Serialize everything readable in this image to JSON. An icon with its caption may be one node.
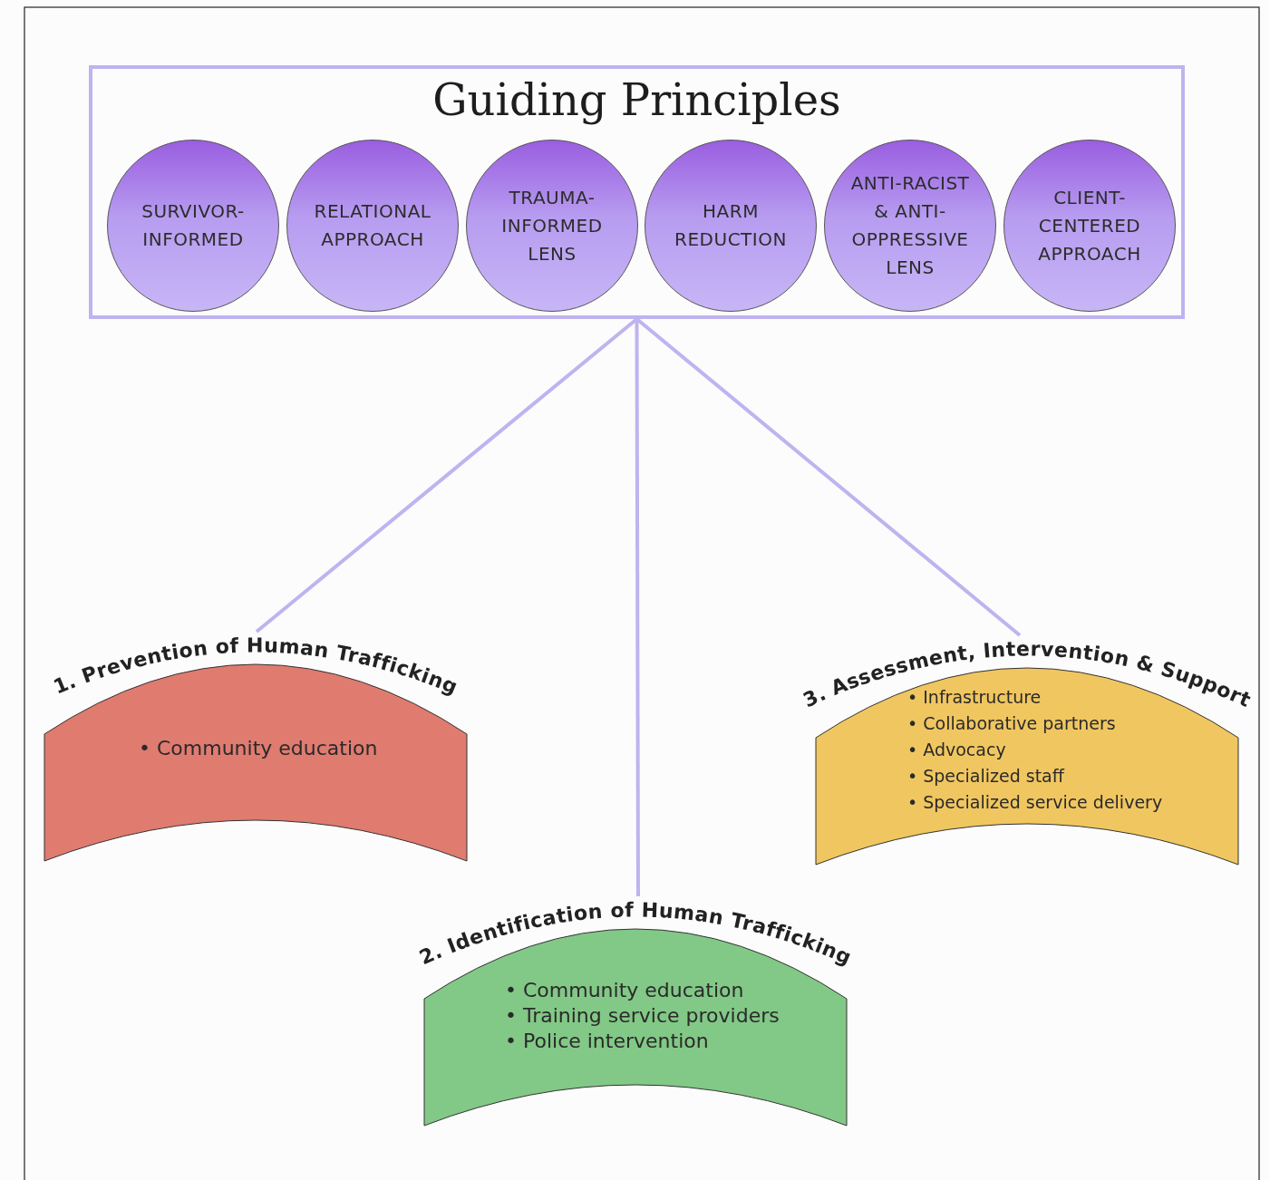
{
  "diagram": {
    "nodes": [
      {
        "text": [
          "Guiding Principles"
        ]
      },
      {
        "text": [
          "SURVIVOR-INFORMED"
        ],
        "in": 0
      },
      {
        "text": [
          "RELATIONAL APPROACH"
        ],
        "in": 0
      },
      {
        "text": [
          "TRAUMA-INFORMED LENS"
        ],
        "in": 0
      },
      {
        "text": [
          "HARM REDUCTION"
        ],
        "in": 0
      },
      {
        "text": [
          "ANTI-RACIST & ANTI-OPPRESSIVE LENS"
        ],
        "in": 0
      },
      {
        "text": [
          "CLIENT-CENTERED APPROACH"
        ],
        "in": 0
      },
      {
        "text": [
          "1. Prevention of Human Trafficking",
          "• Community education"
        ]
      },
      {
        "text": [
          "2. Identification of Human Trafficking",
          "• Community education",
          "• Training service providers",
          "• Police intervention"
        ]
      },
      {
        "text": [
          "3. Assessment, Intervention & Support",
          "• Infrastructure",
          "• Collaborative partners",
          "• Advocacy",
          "• Specialized staff",
          "• Specialized service delivery"
        ]
      }
    ],
    "edges": [
      {
        "from": 0,
        "to": 7,
        "arrow": "none"
      },
      {
        "from": 0,
        "to": 8,
        "arrow": "none"
      },
      {
        "from": 0,
        "to": 9,
        "arrow": "none"
      }
    ]
  }
}
